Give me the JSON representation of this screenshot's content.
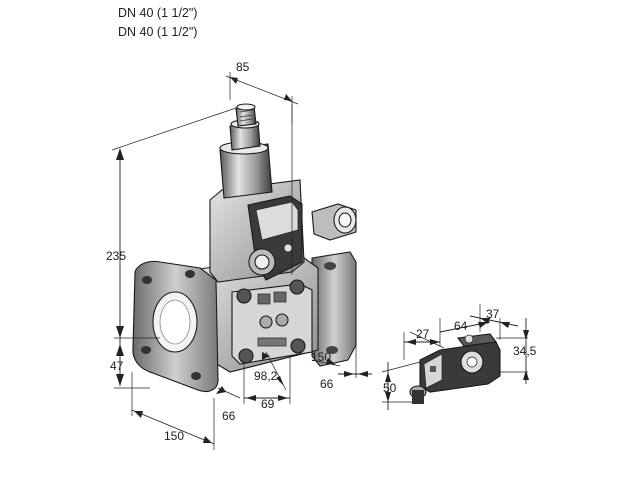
{
  "header": {
    "line1": "DN 40 (1 1/2\")",
    "line2": "DN 40 (1 1/2\")"
  },
  "dimensions": {
    "top_width": "85",
    "height_total": "235",
    "height_lower": "47",
    "width_front": "66",
    "width_69": "69",
    "width_98": "98,2",
    "width_150_bottom": "150",
    "width_150_right": "150",
    "depth_66_right": "66",
    "coil_27": "27",
    "coil_64": "64",
    "coil_37": "37",
    "coil_34_5": "34,5",
    "coil_50": "50"
  },
  "colors": {
    "body_dark": "#3c3c3c",
    "body_mid": "#8a8a8a",
    "body_light": "#d8d8d8",
    "line": "#222222"
  }
}
